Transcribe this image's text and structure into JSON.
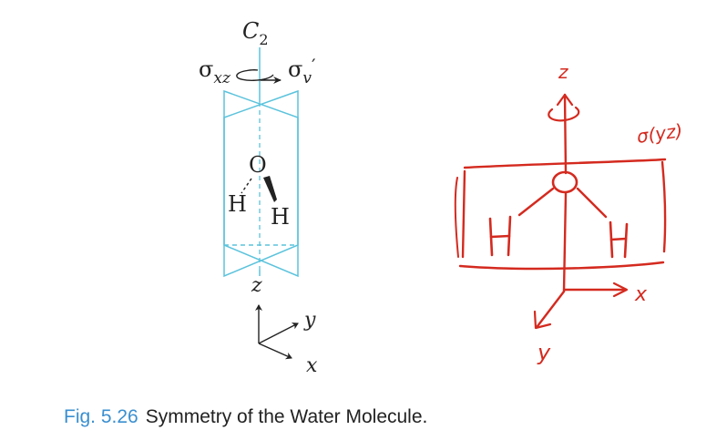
{
  "left_diagram": {
    "axis_label_main": "C",
    "axis_label_sub": "2",
    "plane_left_main": "σ",
    "plane_left_sub": "xz",
    "plane_right_main": "σ",
    "plane_right_sub": "v",
    "plane_right_prime": "′",
    "atom_oxygen": "O",
    "atom_h_left": "H",
    "atom_h_right": "H",
    "coord_z": "z",
    "coord_y": "y",
    "coord_x": "x",
    "colors": {
      "planes": "#5bc3dc",
      "ink": "#222222"
    }
  },
  "right_sketch": {
    "axis_z": "z",
    "plane_label": "σ(yz)",
    "atom_h_left": "H",
    "atom_h_right": "H",
    "axis_x": "x",
    "axis_y": "y",
    "colors": {
      "ink": "#d42a1f"
    }
  },
  "caption": {
    "figure_number": "Fig. 5.26",
    "title": "Symmetry of the Water Molecule."
  }
}
